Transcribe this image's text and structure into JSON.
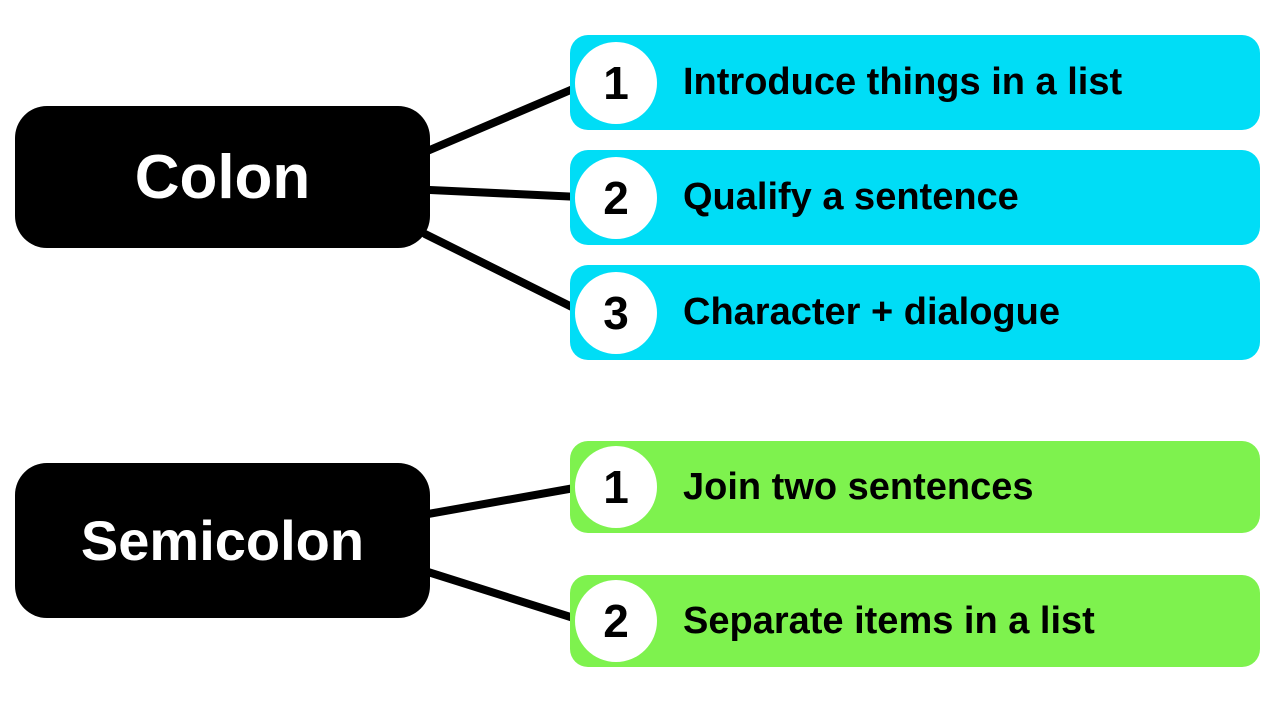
{
  "diagram": {
    "background_color": "#ffffff",
    "node_color": "#000000",
    "sections": [
      {
        "label": "Colon",
        "accent_color": "#00ddf6",
        "items": [
          {
            "num": "1",
            "text": "Introduce things in a list"
          },
          {
            "num": "2",
            "text": "Qualify a sentence"
          },
          {
            "num": "3",
            "text": "Character + dialogue"
          }
        ]
      },
      {
        "label": "Semicolon",
        "accent_color": "#7ef24e",
        "items": [
          {
            "num": "1",
            "text": "Join two sentences"
          },
          {
            "num": "2",
            "text": "Separate items in a list"
          }
        ]
      }
    ]
  }
}
